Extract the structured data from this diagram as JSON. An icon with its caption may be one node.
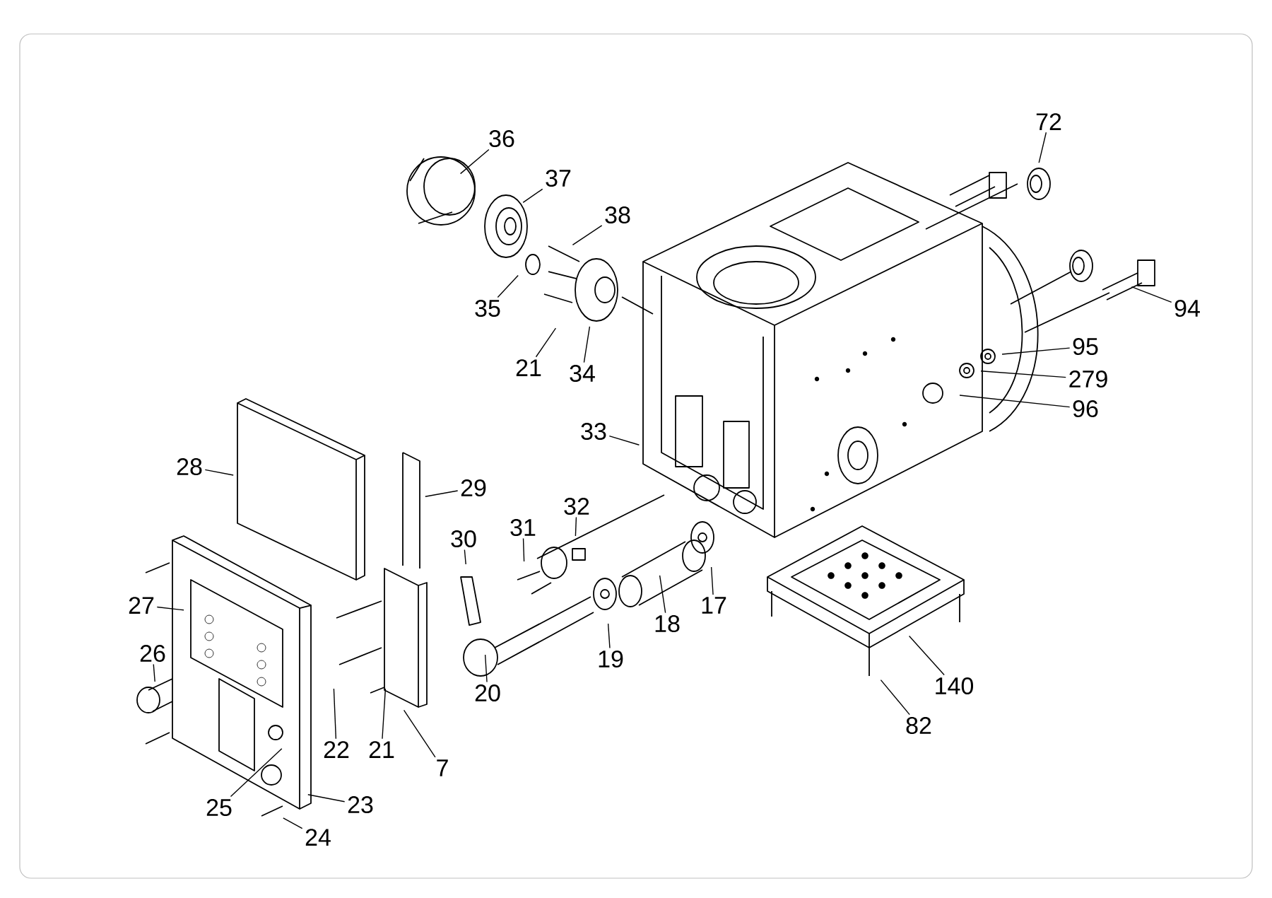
{
  "diagram": {
    "nodes": [
      {
        "text": [
          "36"
        ]
      },
      {
        "text": [
          "37"
        ]
      },
      {
        "text": [
          "38"
        ]
      },
      {
        "text": [
          "35"
        ]
      },
      {
        "text": [
          "21"
        ]
      },
      {
        "text": [
          "34"
        ]
      },
      {
        "text": [
          "72"
        ]
      },
      {
        "text": [
          "94"
        ]
      },
      {
        "text": [
          "95"
        ]
      },
      {
        "text": [
          "279"
        ]
      },
      {
        "text": [
          "96"
        ]
      },
      {
        "text": [
          "33"
        ]
      },
      {
        "text": [
          "28"
        ]
      },
      {
        "text": [
          "29"
        ]
      },
      {
        "text": [
          "30"
        ]
      },
      {
        "text": [
          "31"
        ]
      },
      {
        "text": [
          "32"
        ]
      },
      {
        "text": [
          "27"
        ]
      },
      {
        "text": [
          "17"
        ]
      },
      {
        "text": [
          "18"
        ]
      },
      {
        "text": [
          "26"
        ]
      },
      {
        "text": [
          "19"
        ]
      },
      {
        "text": [
          "140"
        ]
      },
      {
        "text": [
          "20"
        ]
      },
      {
        "text": [
          "82"
        ]
      },
      {
        "text": [
          "22"
        ]
      },
      {
        "text": [
          "21"
        ]
      },
      {
        "text": [
          "7"
        ]
      },
      {
        "text": [
          "25"
        ]
      },
      {
        "text": [
          "23"
        ]
      },
      {
        "text": [
          "24"
        ]
      }
    ],
    "edges": [
      {
        "from": 0,
        "to": null,
        "arrow": "none"
      },
      {
        "from": 1,
        "to": null,
        "arrow": "none"
      },
      {
        "from": 2,
        "to": null,
        "arrow": "none"
      },
      {
        "from": 3,
        "to": null,
        "arrow": "none"
      },
      {
        "from": 4,
        "to": null,
        "arrow": "none"
      },
      {
        "from": 5,
        "to": null,
        "arrow": "none"
      },
      {
        "from": 6,
        "to": null,
        "arrow": "none"
      },
      {
        "from": 7,
        "to": null,
        "arrow": "none"
      },
      {
        "from": 8,
        "to": null,
        "arrow": "none"
      },
      {
        "from": 9,
        "to": null,
        "arrow": "none"
      },
      {
        "from": 10,
        "to": null,
        "arrow": "none"
      },
      {
        "from": 11,
        "to": null,
        "arrow": "none"
      },
      {
        "from": 12,
        "to": null,
        "arrow": "none"
      },
      {
        "from": 13,
        "to": null,
        "arrow": "none"
      },
      {
        "from": 14,
        "to": null,
        "arrow": "none"
      },
      {
        "from": 15,
        "to": null,
        "arrow": "none"
      },
      {
        "from": 16,
        "to": null,
        "arrow": "none"
      },
      {
        "from": 17,
        "to": null,
        "arrow": "none"
      },
      {
        "from": 18,
        "to": null,
        "arrow": "none"
      },
      {
        "from": 19,
        "to": null,
        "arrow": "none"
      },
      {
        "from": 20,
        "to": null,
        "arrow": "none"
      },
      {
        "from": 21,
        "to": null,
        "arrow": "none"
      },
      {
        "from": 22,
        "to": null,
        "arrow": "none"
      },
      {
        "from": 23,
        "to": null,
        "arrow": "none"
      },
      {
        "from": 24,
        "to": null,
        "arrow": "none"
      },
      {
        "from": 25,
        "to": null,
        "arrow": "none"
      },
      {
        "from": 26,
        "to": null,
        "arrow": "none"
      },
      {
        "from": 27,
        "to": null,
        "arrow": "none"
      },
      {
        "from": 28,
        "to": null,
        "arrow": "none"
      },
      {
        "from": 29,
        "to": null,
        "arrow": "none"
      },
      {
        "from": 30,
        "to": null,
        "arrow": "none"
      }
    ]
  }
}
